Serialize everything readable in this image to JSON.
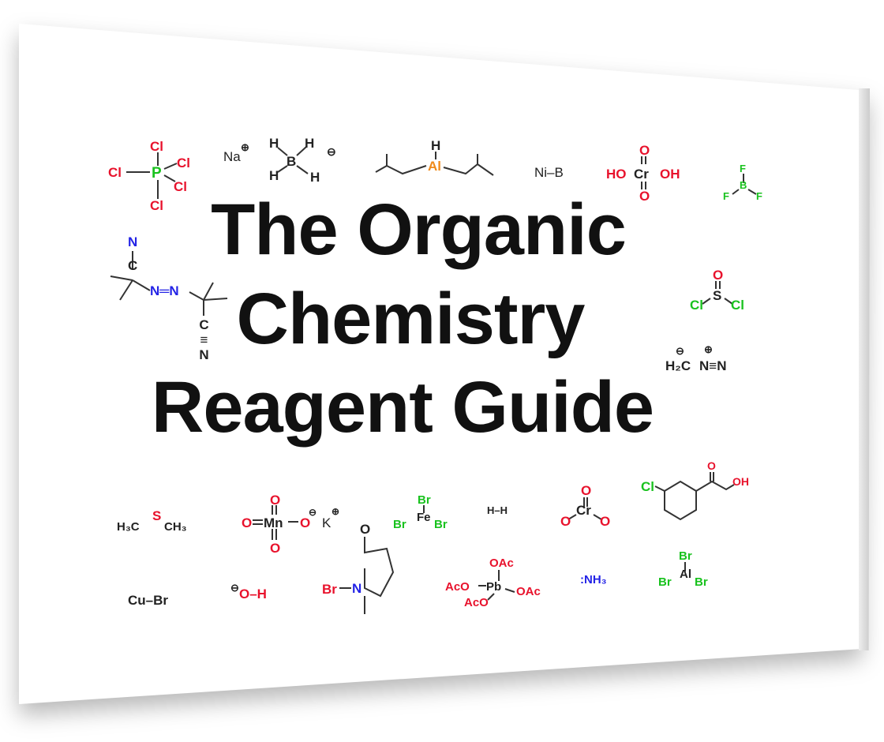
{
  "title_lines": [
    "The Organic",
    "Chemistry",
    "Reagent Guide"
  ],
  "molecules": {
    "pcl5": {
      "center": "P",
      "ligand": "Cl"
    },
    "nabh4": {
      "cation": "Na",
      "charge_neg": "⊖",
      "charge_pos": "⊕",
      "center": "B",
      "h": "H"
    },
    "dibal": {
      "center": "Al",
      "h": "H"
    },
    "nickel_boride": "Ni–B",
    "chromic_acid": {
      "center": "Cr",
      "oh_left": "HO",
      "oh_right": "OH",
      "o": "O"
    },
    "bf3": {
      "center": "B",
      "f": "F"
    },
    "aibn": {
      "n": "N",
      "c": "C",
      "bond": "N═N",
      "nitrile": "C≡N"
    },
    "socl2": {
      "center": "S",
      "o": "O",
      "cl": "Cl"
    },
    "diazomethane": {
      "left": "H₂C",
      "right": "N≡N",
      "neg": "⊖",
      "pos": "⊕"
    },
    "dms": {
      "left": "H₃C",
      "center": "S",
      "right": "CH₃"
    },
    "kmno4": {
      "center": "Mn",
      "o": "O",
      "cation": "K"
    },
    "febr3": {
      "center": "Fe",
      "br": "Br"
    },
    "hydrogen": "H–H",
    "cro3": {
      "center": "Cr",
      "o": "O"
    },
    "mcpba": {
      "cl": "Cl",
      "o": "O",
      "oh": "OH"
    },
    "cubr": "Cu–Br",
    "hydroxide": {
      "o": "O–H"
    },
    "nbs": {
      "br": "Br",
      "n": "N",
      "o": "O"
    },
    "lead_tetraacetate": {
      "center": "Pb",
      "oac": "OAc",
      "aco": "AcO"
    },
    "ammonia": ":NH₃",
    "albr3": {
      "center": "Al",
      "br": "Br"
    }
  },
  "colors": {
    "oxygen_halogen_red": "#e8122c",
    "green": "#19c21e",
    "nitrogen_blue": "#2323e6",
    "aluminum_orange": "#f08a1a"
  }
}
